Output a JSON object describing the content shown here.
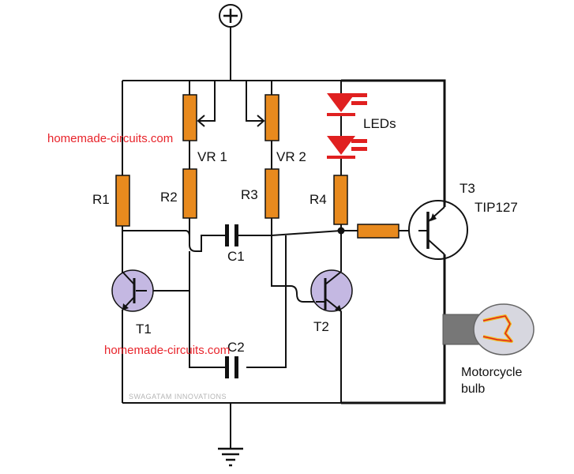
{
  "labels": {
    "vr1": "VR 1",
    "vr2": "VR 2",
    "r1": "R1",
    "r2": "R2",
    "r3": "R3",
    "r4": "R4",
    "c1": "C1",
    "c2": "C2",
    "t1": "T1",
    "t2": "T2",
    "t3": "T3",
    "t3_part": "TIP127",
    "leds": "LEDs",
    "bulb_line1": "Motorcycle",
    "bulb_line2": "bulb"
  },
  "watermarks": {
    "site_top": "homemade-circuits.com",
    "site_bottom": "homemade-circuits.com",
    "credit": "SWAGATAM INNOVATIONS"
  },
  "colors": {
    "resistor": "#e88a1e",
    "led": "#e02020",
    "transistor": "#c4b8e2",
    "watermark": "#e8232a",
    "bulb_glass": "#d7d7df",
    "bulb_base": "#777777",
    "filament": "#f0c020"
  }
}
